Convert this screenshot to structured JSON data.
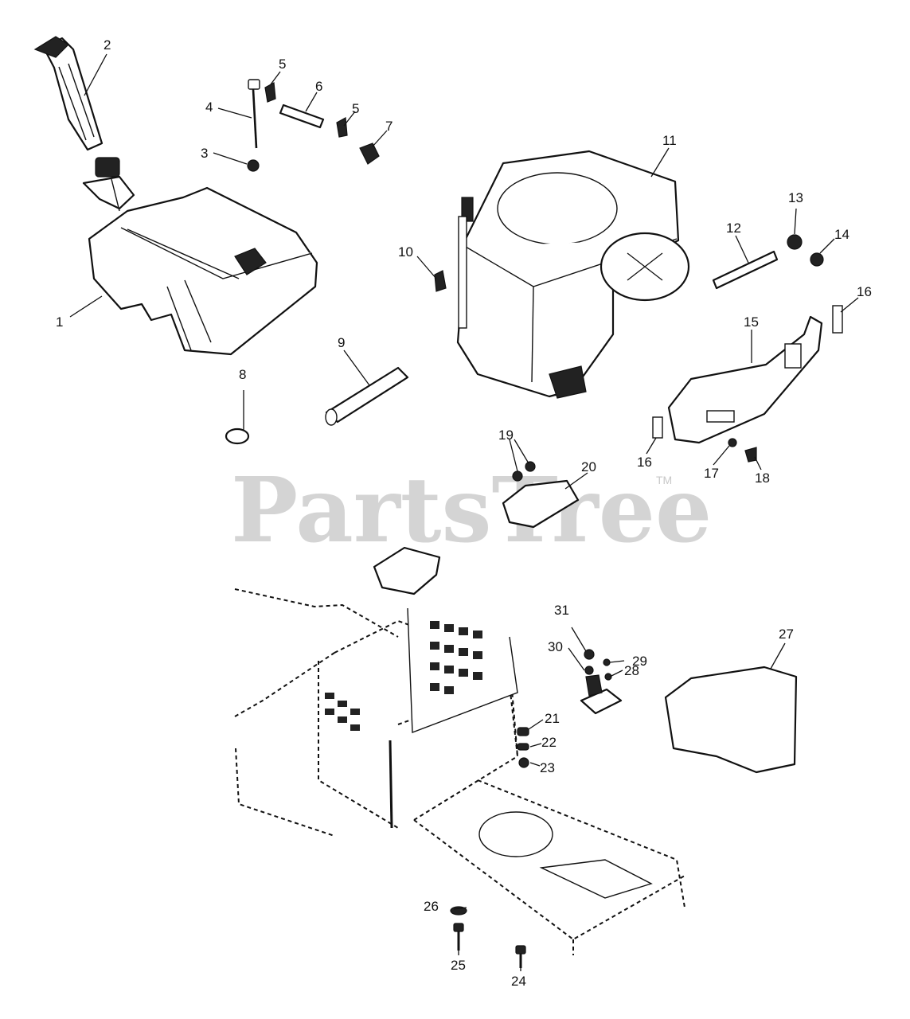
{
  "watermark": {
    "text": "PartsTree",
    "tm": "TM"
  },
  "callouts": [
    "1",
    "2",
    "3",
    "4",
    "5",
    "5",
    "6",
    "7",
    "8",
    "9",
    "10",
    "11",
    "12",
    "13",
    "14",
    "15",
    "16",
    "16",
    "17",
    "18",
    "19",
    "20",
    "21",
    "22",
    "23",
    "24",
    "25",
    "26",
    "27",
    "28",
    "29",
    "30",
    "31"
  ]
}
